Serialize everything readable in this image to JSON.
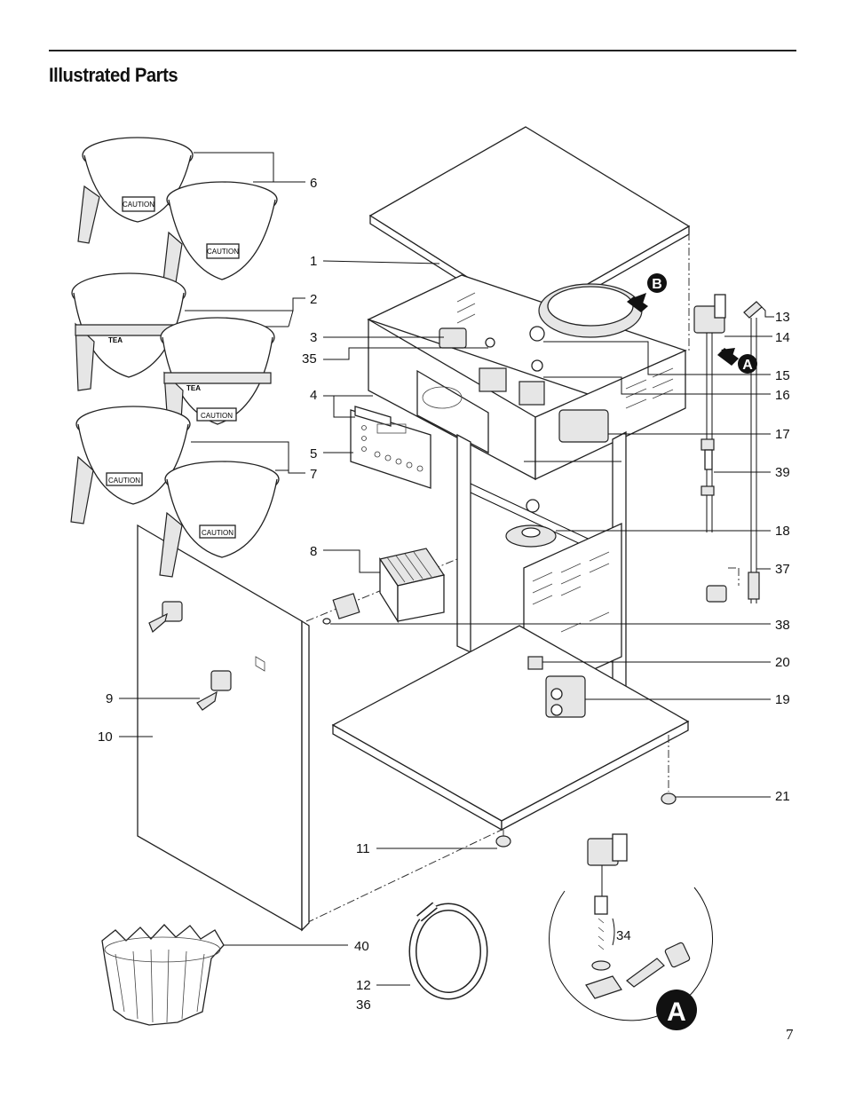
{
  "page": {
    "title": "Illustrated Parts",
    "page_number": "7"
  },
  "callouts": {
    "c1": "1",
    "c2": "2",
    "c3": "3",
    "c4": "4",
    "c5": "5",
    "c6": "6",
    "c7": "7",
    "c8": "8",
    "c9": "9",
    "c10": "10",
    "c11": "11",
    "c12": "12",
    "c13": "13",
    "c14": "14",
    "c15": "15",
    "c16": "16",
    "c17": "17",
    "c18": "18",
    "c19": "19",
    "c20": "20",
    "c21": "21",
    "c34": "34",
    "c35": "35",
    "c36": "36",
    "c37": "37",
    "c38": "38",
    "c39": "39",
    "c40": "40"
  },
  "markers": {
    "a": "A",
    "b": "B",
    "detail_a": "A"
  },
  "funnel_text": {
    "caution": "CAUTION",
    "tea": "TEA"
  }
}
